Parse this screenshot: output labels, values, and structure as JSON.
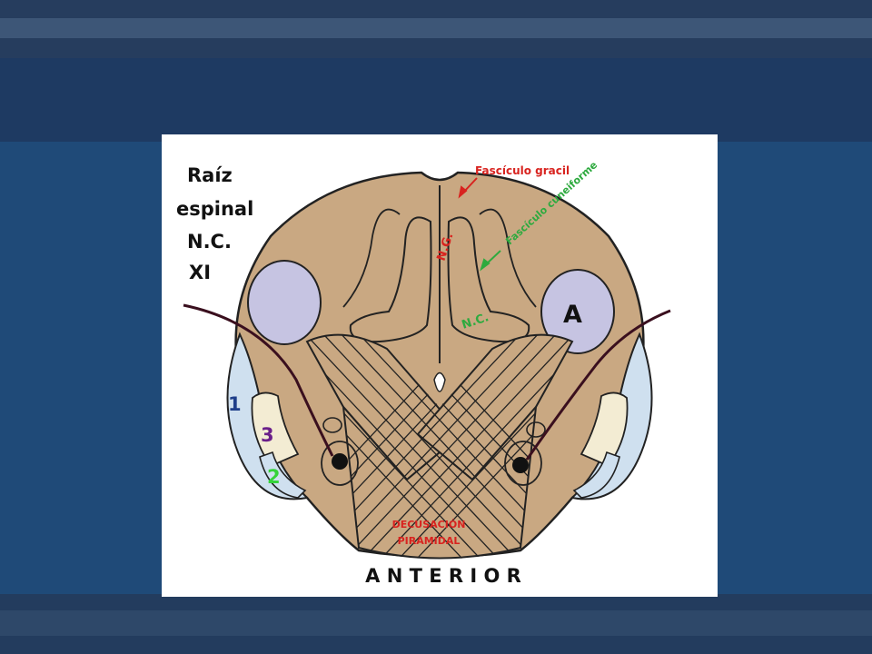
{
  "slide": {
    "colors": {
      "background": "#1f4a78",
      "top_band": "#263d5e",
      "top_stripe": "#3d5677",
      "dark_band": "#1e3a62",
      "bottom_band": "#233c5e",
      "bottom_stripe": "#2e4869"
    }
  },
  "diagram": {
    "labels": {
      "root_line1": "Raíz",
      "root_line2": "espinal",
      "root_line3": "N.C.",
      "root_line4": "XI",
      "gracile_fasciculus": "Fascículo gracil",
      "cuneate_fasciculus": "Fascículo cuneiforme",
      "gracile_nucleus": "N.G.",
      "cuneate_nucleus": "N.C.",
      "region_a": "A",
      "region_1": "1",
      "region_2": "2",
      "region_3": "3",
      "decussation_line1": "DECUSACIÓN",
      "decussation_line2": "PIRAMIDAL",
      "orientation": "A N T E R I O R"
    },
    "colors": {
      "tissue": "#c9a882",
      "outline": "#222222",
      "region_a_fill": "#c6c4e2",
      "region_1_fill": "#cfe0ef",
      "region_3_fill": "#f3ecd3",
      "root_line": "#3a0f1e",
      "red_label": "#d8231f",
      "green_label": "#2eaa3f",
      "blue_label": "#1f3f8a",
      "purple_label": "#6a1f8a",
      "bright_green_label": "#35d33a"
    }
  }
}
